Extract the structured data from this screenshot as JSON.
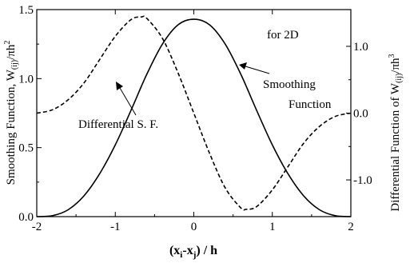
{
  "chart_data": {
    "type": "line",
    "annotation": "for 2D",
    "xlabel": {
      "base": "(x",
      "sub1": "i",
      "mid": "-x",
      "sub2": "j",
      "tail": ") / h"
    },
    "ylabel_left": {
      "base": "Smoothing Function, W",
      "sub": "(ij)",
      "tail": "/πh",
      "sup": "2"
    },
    "ylabel_right": {
      "base": "Differential Function of W",
      "sub": "(ij)",
      "tail": "/πh",
      "sup": "3"
    },
    "x_ticks": [
      "-2",
      "-1",
      "0",
      "1",
      "2"
    ],
    "y_left_ticks": [
      "0.0",
      "0.5",
      "1.0",
      "1.5"
    ],
    "y_right_ticks": [
      "-1.0",
      "0.0",
      "1.0"
    ],
    "xlim": [
      -2,
      2
    ],
    "ylim_left": [
      0,
      1.5
    ],
    "ylim_right": [
      -1.55,
      1.55
    ],
    "legend_labels": {
      "smoothing_line1": "Smoothing",
      "smoothing_line2": "Function",
      "differential": "Differential S. F."
    },
    "series": [
      {
        "name": "Smoothing Function",
        "axis": "left",
        "style": "solid",
        "x": [
          -2.0,
          -1.8,
          -1.6,
          -1.4,
          -1.2,
          -1.0,
          -0.8,
          -0.6,
          -0.4,
          -0.2,
          0.0,
          0.2,
          0.4,
          0.6,
          0.8,
          1.0,
          1.2,
          1.4,
          1.6,
          1.8,
          2.0
        ],
        "y": [
          0.0,
          0.007,
          0.05,
          0.15,
          0.31,
          0.52,
          0.77,
          1.03,
          1.25,
          1.39,
          1.43,
          1.39,
          1.25,
          1.03,
          0.77,
          0.52,
          0.31,
          0.15,
          0.05,
          0.007,
          0.0
        ]
      },
      {
        "name": "Differential S. F.",
        "axis": "right",
        "style": "dashed",
        "x": [
          -2.0,
          -1.8,
          -1.6,
          -1.4,
          -1.2,
          -1.0,
          -0.8,
          -0.667,
          -0.6,
          -0.4,
          -0.2,
          0.0,
          0.2,
          0.4,
          0.6,
          0.667,
          0.8,
          1.0,
          1.2,
          1.4,
          1.6,
          1.8,
          2.0
        ],
        "y": [
          0.0,
          0.05,
          0.2,
          0.45,
          0.8,
          1.15,
          1.4,
          1.44,
          1.42,
          1.12,
          0.6,
          0.0,
          -0.6,
          -1.12,
          -1.42,
          -1.44,
          -1.4,
          -1.15,
          -0.8,
          -0.45,
          -0.2,
          -0.05,
          0.0
        ]
      }
    ]
  }
}
